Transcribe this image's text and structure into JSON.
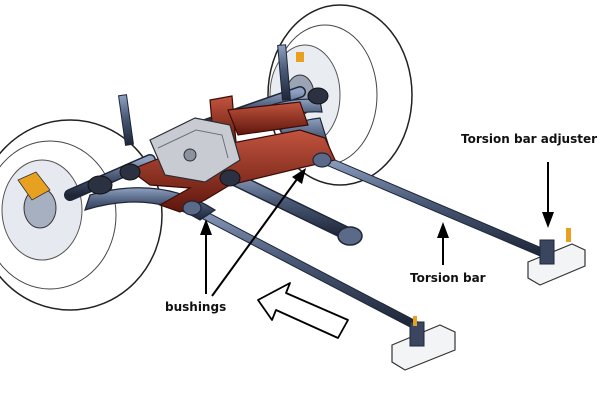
{
  "labels": {
    "torsion_bar_adjuster": "Torsion bar adjuster",
    "torsion_bar": "Torsion bar",
    "bushings": "bushings"
  },
  "colors": {
    "crossmember": "#8e2a1c",
    "tube": "#4a5a77",
    "tire_outline": "#222222",
    "bracket_accent": "#e8a020",
    "arrow": "#000000"
  },
  "icons": {
    "direction_arrow": "hollow-arrow-icon"
  }
}
